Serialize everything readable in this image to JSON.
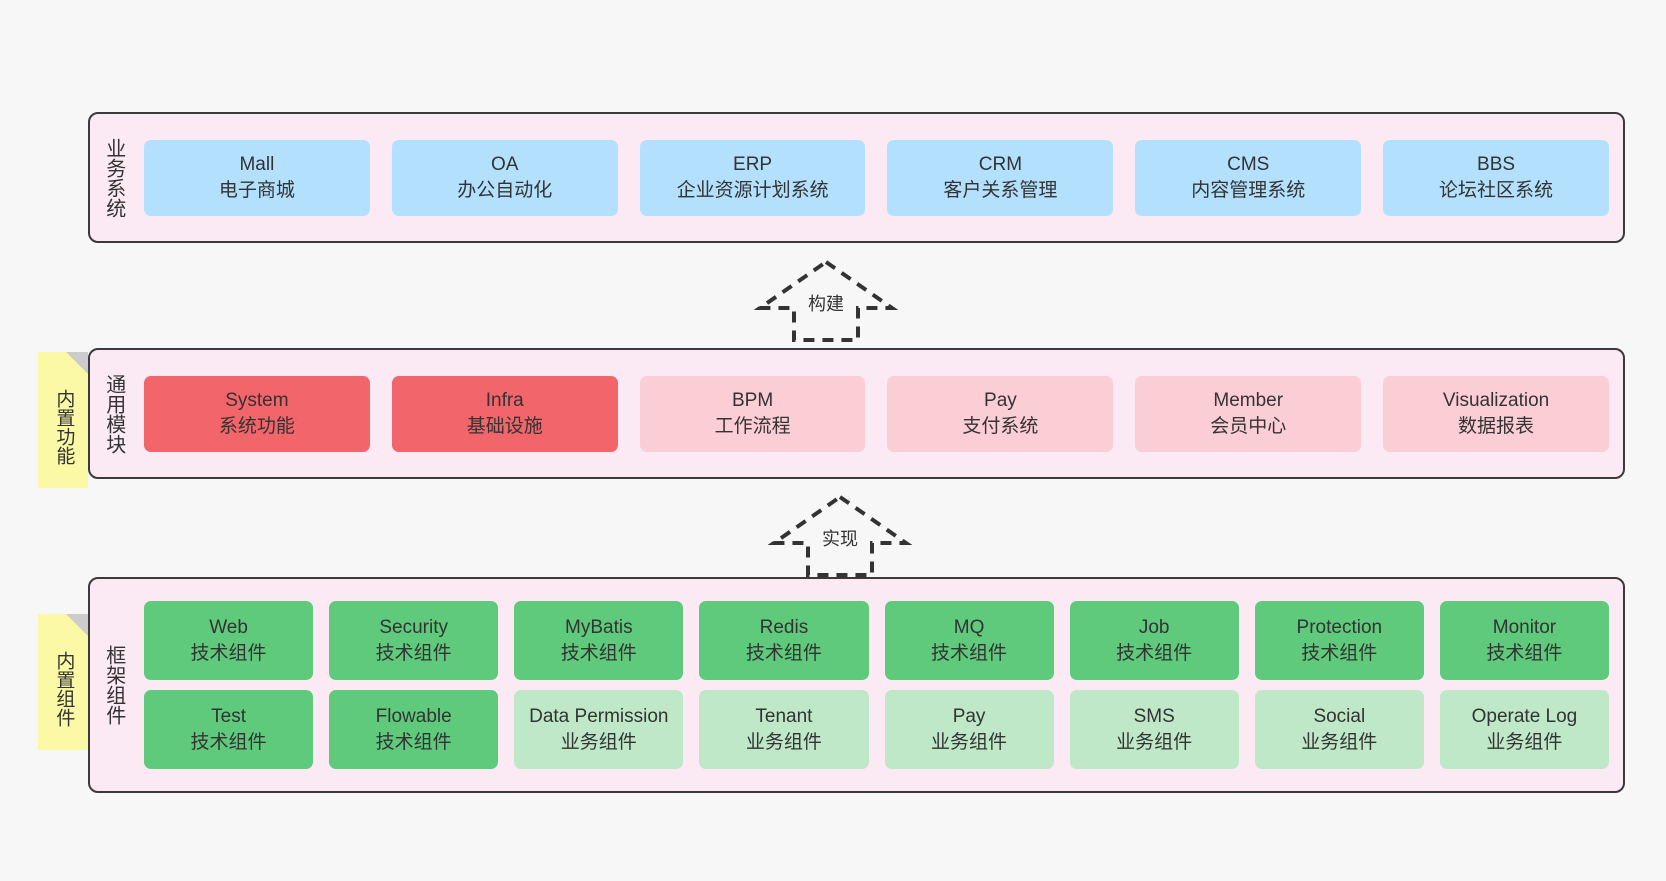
{
  "diagram": {
    "background_color": "#f7f7f7",
    "layer_fill": "#fbeaf4",
    "layer_border": "#3a3a3a"
  },
  "layers": [
    {
      "id": "business",
      "title": "业务系统",
      "card_color": "#b3e0fd",
      "rows": [
        [
          {
            "name": "Mall",
            "desc": "电子商城",
            "style": "blue"
          },
          {
            "name": "OA",
            "desc": "办公自动化",
            "style": "blue"
          },
          {
            "name": "ERP",
            "desc": "企业资源计划系统",
            "style": "blue"
          },
          {
            "name": "CRM",
            "desc": "客户关系管理",
            "style": "blue"
          },
          {
            "name": "CMS",
            "desc": "内容管理系统",
            "style": "blue"
          },
          {
            "name": "BBS",
            "desc": "论坛社区系统",
            "style": "blue"
          }
        ]
      ]
    },
    {
      "id": "modules",
      "title": "通用模块",
      "card_color_primary": "#f2656a",
      "card_color_secondary": "#fbcdd4",
      "rows": [
        [
          {
            "name": "System",
            "desc": "系统功能",
            "style": "red"
          },
          {
            "name": "Infra",
            "desc": "基础设施",
            "style": "red"
          },
          {
            "name": "BPM",
            "desc": "工作流程",
            "style": "pink"
          },
          {
            "name": "Pay",
            "desc": "支付系统",
            "style": "pink"
          },
          {
            "name": "Member",
            "desc": "会员中心",
            "style": "pink"
          },
          {
            "name": "Visualization",
            "desc": "数据报表",
            "style": "pink"
          }
        ]
      ]
    },
    {
      "id": "framework",
      "title": "框架组件",
      "card_color_tech": "#5fca7c",
      "card_color_biz": "#bfe8c8",
      "rows": [
        [
          {
            "name": "Web",
            "desc": "技术组件",
            "style": "green"
          },
          {
            "name": "Security",
            "desc": "技术组件",
            "style": "green"
          },
          {
            "name": "MyBatis",
            "desc": "技术组件",
            "style": "green"
          },
          {
            "name": "Redis",
            "desc": "技术组件",
            "style": "green"
          },
          {
            "name": "MQ",
            "desc": "技术组件",
            "style": "green"
          },
          {
            "name": "Job",
            "desc": "技术组件",
            "style": "green"
          },
          {
            "name": "Protection",
            "desc": "技术组件",
            "style": "green"
          },
          {
            "name": "Monitor",
            "desc": "技术组件",
            "style": "green"
          }
        ],
        [
          {
            "name": "Test",
            "desc": "技术组件",
            "style": "green"
          },
          {
            "name": "Flowable",
            "desc": "技术组件",
            "style": "green"
          },
          {
            "name": "Data Permission",
            "desc": "业务组件",
            "style": "green-light"
          },
          {
            "name": "Tenant",
            "desc": "业务组件",
            "style": "green-light"
          },
          {
            "name": "Pay",
            "desc": "业务组件",
            "style": "green-light"
          },
          {
            "name": "SMS",
            "desc": "业务组件",
            "style": "green-light"
          },
          {
            "name": "Social",
            "desc": "业务组件",
            "style": "green-light"
          },
          {
            "name": "Operate Log",
            "desc": "业务组件",
            "style": "green-light"
          }
        ]
      ]
    }
  ],
  "notes": [
    {
      "id": "builtin-func",
      "text": "内置功能",
      "color": "#fbf9a5"
    },
    {
      "id": "builtin-comp",
      "text": "内置组件",
      "color": "#fbf9a5"
    }
  ],
  "arrows": [
    {
      "id": "build",
      "label": "构建",
      "style": "dashed-hollow-up"
    },
    {
      "id": "impl",
      "label": "实现",
      "style": "dashed-hollow-up"
    }
  ]
}
